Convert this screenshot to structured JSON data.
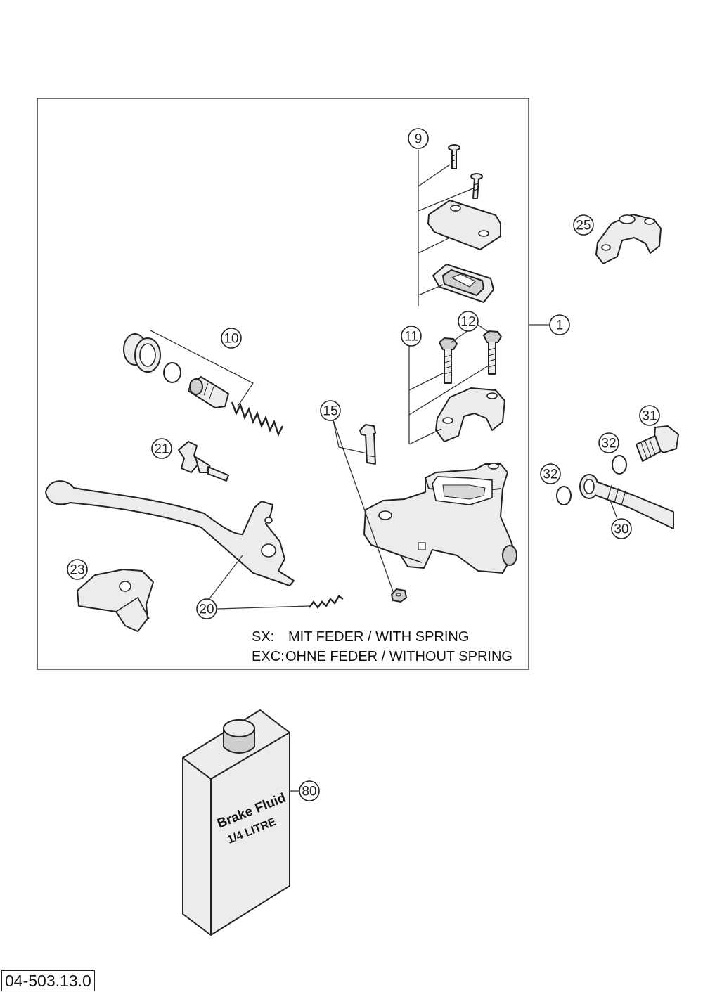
{
  "callouts": [
    {
      "id": "c1",
      "label": "1"
    },
    {
      "id": "c9",
      "label": "9"
    },
    {
      "id": "c10",
      "label": "10"
    },
    {
      "id": "c11",
      "label": "11"
    },
    {
      "id": "c12",
      "label": "12"
    },
    {
      "id": "c15",
      "label": "15"
    },
    {
      "id": "c20",
      "label": "20"
    },
    {
      "id": "c21",
      "label": "21"
    },
    {
      "id": "c23",
      "label": "23"
    },
    {
      "id": "c25",
      "label": "25"
    },
    {
      "id": "c30",
      "label": "30"
    },
    {
      "id": "c31",
      "label": "31"
    },
    {
      "id": "c32a",
      "label": "32"
    },
    {
      "id": "c32b",
      "label": "32"
    },
    {
      "id": "c80",
      "label": "80"
    }
  ],
  "notes": {
    "sx_prefix": "SX:",
    "sx_text": "MIT FEDER / WITH SPRING",
    "exc_prefix": "EXC:",
    "exc_text": "OHNE FEDER / WITHOUT SPRING"
  },
  "can": {
    "line1": "Brake Fluid",
    "line2": "1/4 LITRE"
  },
  "drawing_code": "04-503.13.0"
}
